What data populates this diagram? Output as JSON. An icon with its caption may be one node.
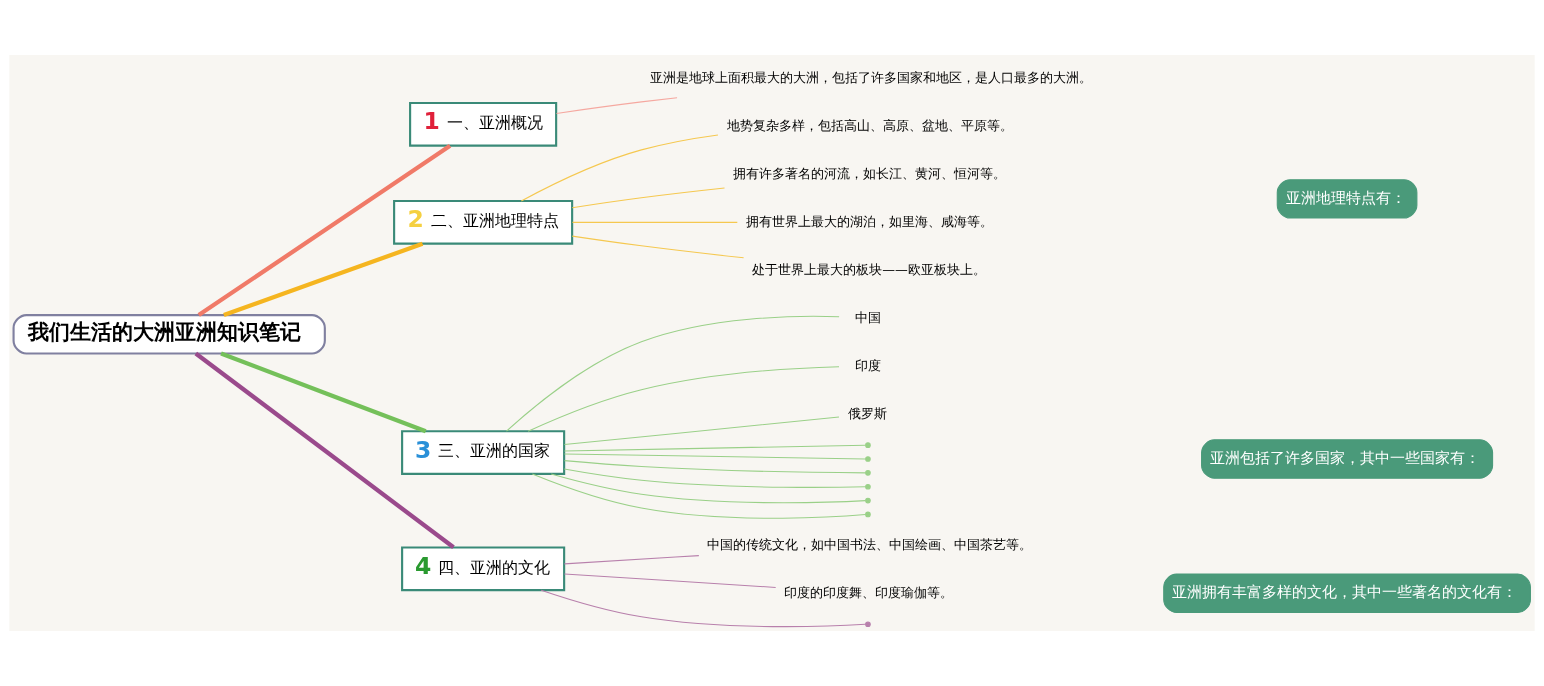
{
  "diagram": {
    "nodes": [
      {
        "text": [
          "我们生活的大洲亚洲知识笔记"
        ]
      },
      {
        "text": [
          "1",
          "一、亚洲概况"
        ]
      },
      {
        "text": [
          "亚洲是地球上面积最大的大洲，包括了许多国家和地区，是人口最多的大洲。"
        ]
      },
      {
        "text": [
          "2",
          "二、亚洲地理特点"
        ]
      },
      {
        "text": [
          "地势复杂多样，包括高山、高原、盆地、平原等。"
        ]
      },
      {
        "text": [
          "拥有许多著名的河流，如长江、黄河、恒河等。"
        ]
      },
      {
        "text": [
          "拥有世界上最大的湖泊，如里海、咸海等。"
        ]
      },
      {
        "text": [
          "处于世界上最大的板块——欧亚板块上。"
        ]
      },
      {
        "text": [
          "亚洲地理特点有："
        ]
      },
      {
        "text": [
          "3",
          "三、亚洲的国家"
        ]
      },
      {
        "text": [
          "中国"
        ]
      },
      {
        "text": [
          "印度"
        ]
      },
      {
        "text": [
          "俄罗斯"
        ]
      },
      {
        "text": [],
        "shape": "point"
      },
      {
        "text": [],
        "shape": "point"
      },
      {
        "text": [],
        "shape": "point"
      },
      {
        "text": [],
        "shape": "point"
      },
      {
        "text": [],
        "shape": "point"
      },
      {
        "text": [],
        "shape": "point"
      },
      {
        "text": [
          "亚洲包括了许多国家，其中一些国家有："
        ]
      },
      {
        "text": [
          "4",
          "四、亚洲的文化"
        ]
      },
      {
        "text": [
          "中国的传统文化，如中国书法、中国绘画、中国茶艺等。"
        ]
      },
      {
        "text": [
          "印度的印度舞、印度瑜伽等。"
        ]
      },
      {
        "text": [],
        "shape": "point"
      },
      {
        "text": [
          "亚洲拥有丰富多样的文化，其中一些著名的文化有："
        ]
      }
    ],
    "edges": [
      {
        "from": 0,
        "to": 1,
        "arrow": "none",
        "style": "thick",
        "color": "#f07a68"
      },
      {
        "from": 1,
        "to": 2,
        "arrow": "none",
        "color": "#f5a8a0"
      },
      {
        "from": 0,
        "to": 3,
        "arrow": "none",
        "style": "thick",
        "color": "#f5b520"
      },
      {
        "from": 3,
        "to": 4,
        "arrow": "none",
        "color": "#f5c850"
      },
      {
        "from": 3,
        "to": 5,
        "arrow": "none",
        "color": "#f5c850"
      },
      {
        "from": 3,
        "to": 6,
        "arrow": "none",
        "color": "#f5c850"
      },
      {
        "from": 3,
        "to": 7,
        "arrow": "none",
        "color": "#f5c850"
      },
      {
        "from": 0,
        "to": 9,
        "arrow": "none",
        "style": "thick",
        "color": "#74c05a"
      },
      {
        "from": 9,
        "to": 10,
        "arrow": "none",
        "color": "#9ad088"
      },
      {
        "from": 9,
        "to": 11,
        "arrow": "none",
        "color": "#9ad088"
      },
      {
        "from": 9,
        "to": 12,
        "arrow": "none",
        "color": "#9ad088"
      },
      {
        "from": 9,
        "to": 13,
        "arrow": "none",
        "color": "#9ad088"
      },
      {
        "from": 9,
        "to": 14,
        "arrow": "none",
        "color": "#9ad088"
      },
      {
        "from": 9,
        "to": 15,
        "arrow": "none",
        "color": "#9ad088"
      },
      {
        "from": 9,
        "to": 16,
        "arrow": "none",
        "color": "#9ad088"
      },
      {
        "from": 9,
        "to": 17,
        "arrow": "none",
        "color": "#9ad088"
      },
      {
        "from": 9,
        "to": 18,
        "arrow": "none",
        "color": "#9ad088"
      },
      {
        "from": 0,
        "to": 20,
        "arrow": "none",
        "style": "thick",
        "color": "#9a4a8c"
      },
      {
        "from": 20,
        "to": 21,
        "arrow": "none",
        "color": "#b880ac"
      },
      {
        "from": 20,
        "to": 22,
        "arrow": "none",
        "color": "#b880ac"
      },
      {
        "from": 20,
        "to": 23,
        "arrow": "none",
        "color": "#b880ac"
      }
    ]
  }
}
